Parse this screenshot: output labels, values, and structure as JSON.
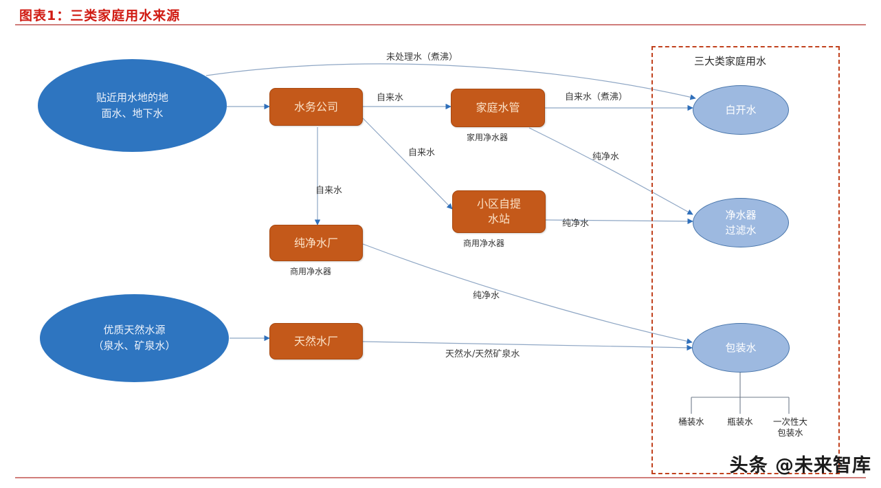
{
  "header": {
    "title": "图表1：三类家庭用水来源"
  },
  "sources": [
    {
      "id": "surface",
      "label_line1": "贴近用水地的地",
      "label_line2": "面水、地下水"
    },
    {
      "id": "natural",
      "label_line1": "优质天然水源",
      "label_line2": "（泉水、矿泉水）"
    }
  ],
  "processors": [
    {
      "id": "water-company",
      "label": "水务公司",
      "sublabel": ""
    },
    {
      "id": "home-pipe",
      "label": "家庭水管",
      "sublabel": "家用净水器"
    },
    {
      "id": "pure-plant",
      "label": "纯净水厂",
      "sublabel": "商用净水器"
    },
    {
      "id": "community-stn",
      "label_line1": "小区自提",
      "label_line2": "水站",
      "sublabel": "商用净水器"
    },
    {
      "id": "natural-plant",
      "label": "天然水厂",
      "sublabel": ""
    }
  ],
  "destination_group": {
    "title": "三大类家庭用水",
    "items": [
      {
        "id": "boiled",
        "label_line1": "白开水",
        "label_line2": ""
      },
      {
        "id": "filtered",
        "label_line1": "净水器",
        "label_line2": "过滤水"
      },
      {
        "id": "packaged",
        "label_line1": "包装水",
        "label_line2": ""
      }
    ],
    "packaged_leaves": [
      {
        "id": "barrel",
        "label_line1": "桶装水",
        "label_line2": ""
      },
      {
        "id": "bottle",
        "label_line1": "瓶装水",
        "label_line2": ""
      },
      {
        "id": "bulk",
        "label_line1": "一次性大",
        "label_line2": "包装水"
      }
    ]
  },
  "edge_labels": [
    {
      "id": "untreated-boiled",
      "text": "未处理水（煮沸）"
    },
    {
      "id": "tap-to-pipe",
      "text": "自来水"
    },
    {
      "id": "tap-boiled",
      "text": "自来水（煮沸）"
    },
    {
      "id": "tap-to-station",
      "text": "自来水"
    },
    {
      "id": "tap-to-pureplant",
      "text": "自来水"
    },
    {
      "id": "pure-from-home",
      "text": "纯净水"
    },
    {
      "id": "pure-from-station",
      "text": "纯净水"
    },
    {
      "id": "pure-from-plant",
      "text": "纯净水"
    },
    {
      "id": "natural-water",
      "text": "天然水/天然矿泉水"
    }
  ],
  "watermark": {
    "text": "头条 @未来智库"
  },
  "colors": {
    "title_red": "#d01a12",
    "rule_red": "#c0504d",
    "source_blue": "#2e75c0",
    "dest_blue": "#9db9e0",
    "process_orange": "#c4591a",
    "dashed_orange": "#c0401c",
    "edge_gray_blue": "#8ea6c4"
  }
}
